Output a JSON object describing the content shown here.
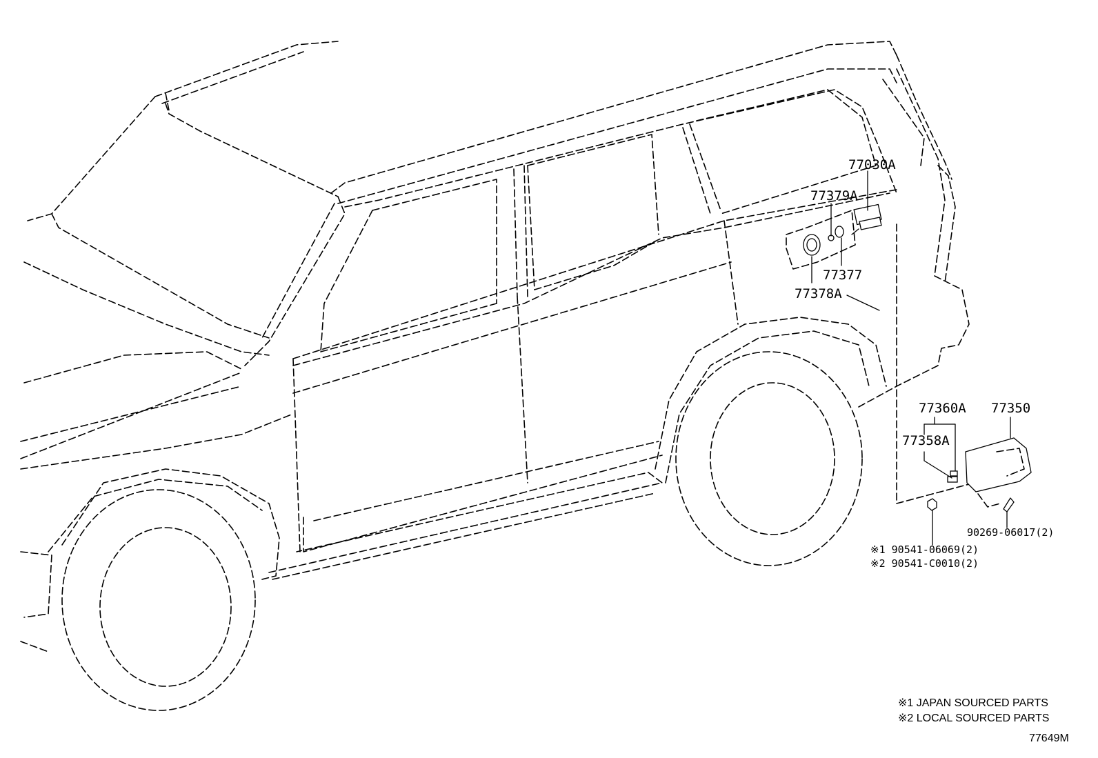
{
  "diagram": {
    "part_labels": {
      "p77030A": "77030A",
      "p77379A": "77379A",
      "p77377": "77377",
      "p77378A": "77378A",
      "p77360A": "77360A",
      "p77358A": "77358A",
      "p77350": "77350",
      "p90269": "90269-06017(2)",
      "p90541_1": "※1 90541-06069(2)",
      "p90541_2": "※2 90541-C0010(2)"
    },
    "notes": {
      "note1": "※1 JAPAN SOURCED PARTS",
      "note2": "※2 LOCAL SOURCED PARTS"
    },
    "figure_code": "77649M"
  }
}
